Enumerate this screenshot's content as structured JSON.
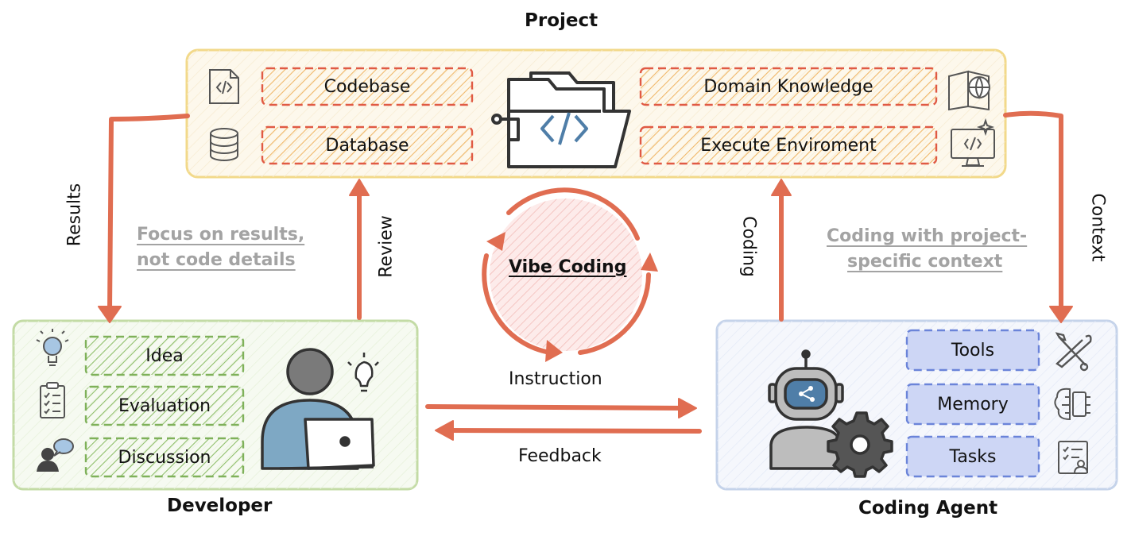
{
  "project": {
    "title": "Project",
    "items": [
      "Codebase",
      "Database",
      "Domain Knowledge",
      "Execute Enviroment"
    ]
  },
  "developer": {
    "title": "Developer",
    "items": [
      "Idea",
      "Evaluation",
      "Discussion"
    ]
  },
  "agent": {
    "title": "Coding Agent",
    "items": [
      "Tools",
      "Memory",
      "Tasks"
    ]
  },
  "center": {
    "label": "Vibe Coding"
  },
  "arrows": {
    "results": "Results",
    "review": "Review",
    "coding": "Coding",
    "context": "Context",
    "instruction": "Instruction",
    "feedback": "Feedback"
  },
  "notes": {
    "left": [
      "Focus on results,",
      "not code details"
    ],
    "right": [
      "Coding with project-",
      "specific context"
    ]
  },
  "colors": {
    "project_border": "#f2d98a",
    "project_fill": "#fdf6e6",
    "project_pill_stroke": "#e05a44",
    "project_pill_hatch": "#f0b86a",
    "developer_border": "#c3dba5",
    "developer_fill": "#f4f9ee",
    "developer_pill": "#7fb15a",
    "agent_border": "#c5d3ea",
    "agent_fill": "#f3f6fc",
    "agent_pill_fill": "#cdd6f5",
    "agent_pill_stroke": "#6b84d9",
    "arrow": "#e06d51",
    "cycle_fill": "#fbe3e1",
    "icon": "#555555",
    "person": "#7ea8c4"
  },
  "icons": [
    "code-file-icon",
    "database-icon",
    "code-folder-icon",
    "book-globe-icon",
    "code-monitor-icon",
    "lightbulb-icon",
    "checklist-icon",
    "discussion-icon",
    "developer-laptop-icon",
    "robot-gear-icon",
    "tools-icon",
    "brain-chip-icon",
    "task-list-icon"
  ]
}
